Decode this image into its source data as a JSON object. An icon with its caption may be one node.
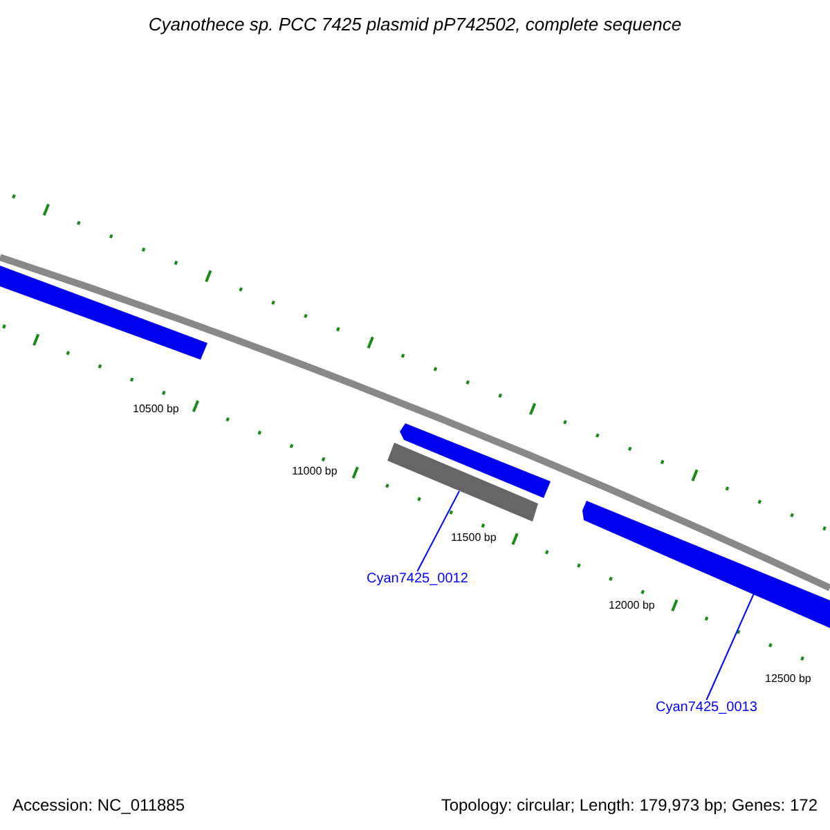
{
  "diagram": {
    "title": "Cyanothece sp. PCC 7425 plasmid pP742502, complete sequence",
    "nodes": [
      {
        "text": [],
        "shape": "bar"
      },
      {
        "text": [],
        "shape": "bar"
      },
      {
        "text": [],
        "shape": "bar"
      },
      {
        "text": [],
        "shape": "bar"
      },
      {
        "text": [
          "Cyan7425_0012"
        ]
      },
      {
        "text": [
          "Cyan7425_0013"
        ]
      }
    ],
    "edges": [
      {
        "from": 4,
        "to": 2,
        "arrow": "none"
      },
      {
        "from": 5,
        "to": 3,
        "arrow": "none"
      }
    ],
    "labels": [
      "10500 bp",
      "11000 bp",
      "11500 bp",
      "12000 bp",
      "12500 bp",
      "Accession: NC_011885",
      "Topology: circular; Length: 179,973 bp; Genes: 172"
    ]
  }
}
